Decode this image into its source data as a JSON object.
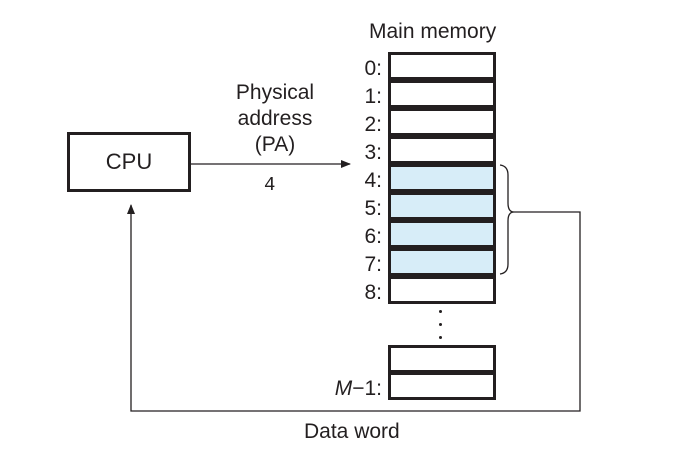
{
  "title": "Main memory",
  "cpu": {
    "label": "CPU"
  },
  "address_bus": {
    "label_lines": [
      "Physical",
      "address",
      "(PA)"
    ],
    "value": "4"
  },
  "memory": {
    "cells": [
      {
        "address": "0:",
        "highlighted": false
      },
      {
        "address": "1:",
        "highlighted": false
      },
      {
        "address": "2:",
        "highlighted": false
      },
      {
        "address": "3:",
        "highlighted": false
      },
      {
        "address": "4:",
        "highlighted": true
      },
      {
        "address": "5:",
        "highlighted": true
      },
      {
        "address": "6:",
        "highlighted": true
      },
      {
        "address": "7:",
        "highlighted": true
      },
      {
        "address": "8:",
        "highlighted": false
      }
    ],
    "ellipsis": "⋮",
    "last_address_prefix": "M",
    "last_address_suffix": "−1:",
    "highlight_color": "#d7edf8"
  },
  "data_bus": {
    "label": "Data word"
  }
}
